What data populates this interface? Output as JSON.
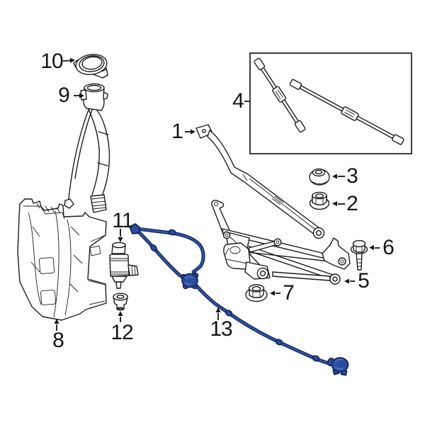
{
  "diagram": {
    "description": "Windshield washer and wiper components exploded parts diagram",
    "callouts": [
      {
        "id": 1,
        "label": "1"
      },
      {
        "id": 2,
        "label": "2"
      },
      {
        "id": 3,
        "label": "3"
      },
      {
        "id": 4,
        "label": "4"
      },
      {
        "id": 5,
        "label": "5"
      },
      {
        "id": 6,
        "label": "6"
      },
      {
        "id": 7,
        "label": "7"
      },
      {
        "id": 8,
        "label": "8"
      },
      {
        "id": 9,
        "label": "9"
      },
      {
        "id": 10,
        "label": "10"
      },
      {
        "id": 11,
        "label": "11"
      },
      {
        "id": 12,
        "label": "12"
      },
      {
        "id": 13,
        "label": "13"
      }
    ],
    "colors": {
      "background": "#ffffff",
      "line_art": "#1c1c1c",
      "hose_outline": "#17275c",
      "hose_fill": "#2f55a8",
      "highlight_part": "#2a4fa0"
    }
  }
}
